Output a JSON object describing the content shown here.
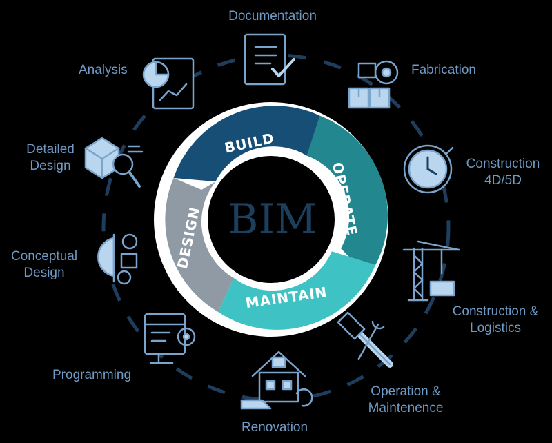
{
  "center": {
    "title": "BIM"
  },
  "ring": {
    "build": "BUILD",
    "operate": "OPERATE",
    "maintain": "MAINTAIN",
    "design": "DESIGN"
  },
  "stages": {
    "documentation": "Documentation",
    "fabrication": "Fabrication",
    "construction_4d5d": {
      "line1": "Construction",
      "line2": "4D/5D"
    },
    "construction_logistics": {
      "line1": "Construction &",
      "line2": "Logistics"
    },
    "operation_maintenence": {
      "line1": "Operation &",
      "line2": "Maintenence"
    },
    "renovation": "Renovation",
    "programming": "Programming",
    "conceptual_design": {
      "line1": "Conceptual",
      "line2": "Design"
    },
    "detailed_design": {
      "line1": "Detailed",
      "line2": "Design"
    },
    "analysis": "Analysis"
  },
  "colors": {
    "build": "#174e76",
    "operate": "#22878e",
    "maintain": "#3fc2c4",
    "design": "#8f9aa5",
    "center_text": "#1d3f5e",
    "ring_background": "#ffffff",
    "labels": "#6f9ac4",
    "icon_stroke": "#7aa4cc",
    "icon_fill": "#b9d6ee",
    "background": "#000000"
  },
  "icons": [
    "document-check-icon",
    "factory-gear-icon",
    "clock-icon",
    "crane-icon",
    "hammer-wrench-icon",
    "house-repair-icon",
    "computer-code-icon",
    "idea-gear-icon",
    "cube-search-icon",
    "pie-chart-report-icon"
  ]
}
